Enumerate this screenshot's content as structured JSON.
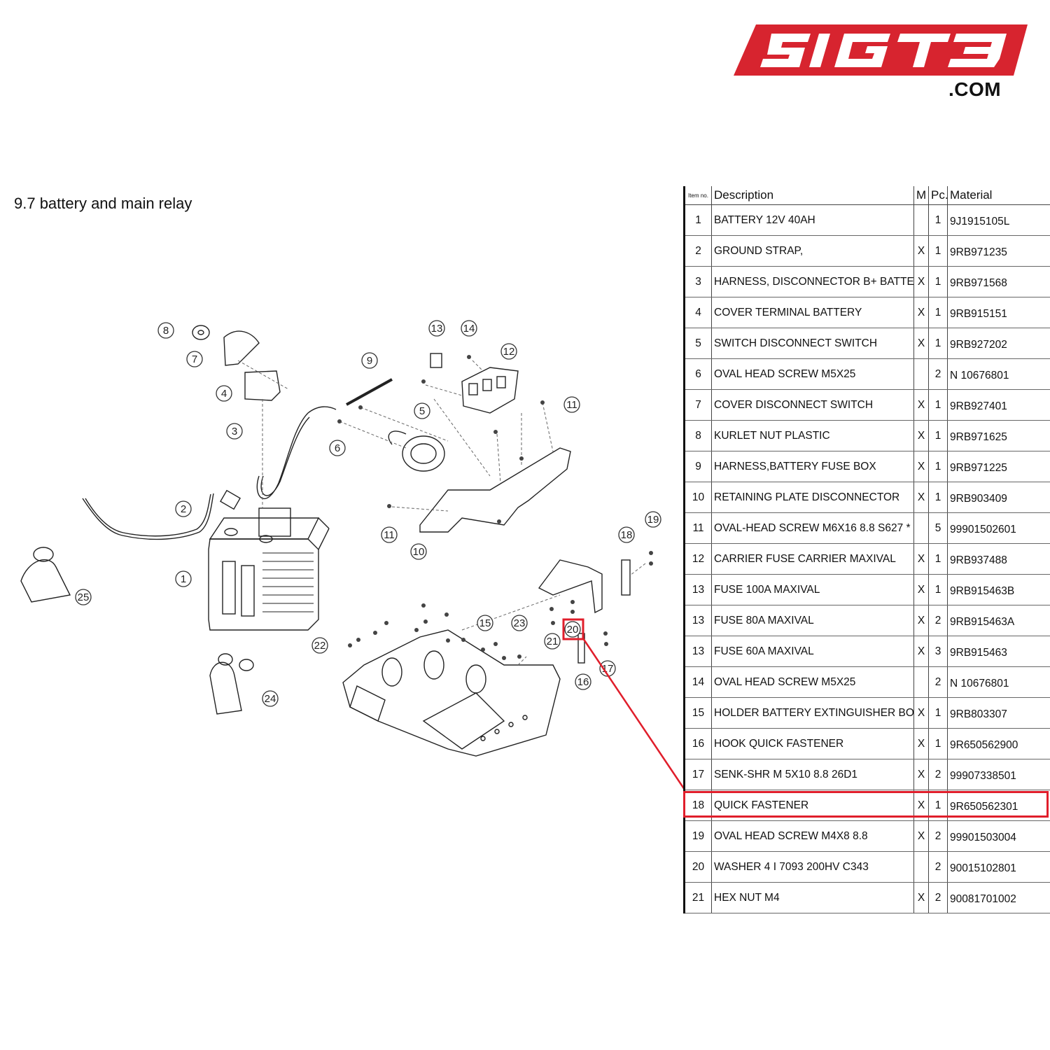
{
  "logo": {
    "text": "5IGT3",
    "suffix": ".COM",
    "color": "#d7242f"
  },
  "section": {
    "number": "9.7",
    "title": "battery and main relay",
    "full": "9.7  battery and main relay"
  },
  "table": {
    "headers": {
      "item": "Item no.",
      "description": "Description",
      "m": "M",
      "pc": "Pc.",
      "material": "Material"
    },
    "rows": [
      {
        "item": "1",
        "description": "BATTERY 12V 40AH",
        "m": "",
        "pc": "1",
        "material": "9J1915105L"
      },
      {
        "item": "2",
        "description": "GROUND STRAP,",
        "m": "X",
        "pc": "1",
        "material": "9RB971235"
      },
      {
        "item": "3",
        "description": "HARNESS, DISCONNECTOR B+ BATTERY",
        "m": "X",
        "pc": "1",
        "material": "9RB971568"
      },
      {
        "item": "4",
        "description": "COVER TERMINAL BATTERY",
        "m": "X",
        "pc": "1",
        "material": "9RB915151"
      },
      {
        "item": "5",
        "description": "SWITCH DISCONNECT SWITCH",
        "m": "X",
        "pc": "1",
        "material": "9RB927202"
      },
      {
        "item": "6",
        "description": "OVAL HEAD SCREW M5X25",
        "m": "",
        "pc": "2",
        "material": "N 10676801"
      },
      {
        "item": "7",
        "description": "COVER DISCONNECT SWITCH",
        "m": "X",
        "pc": "1",
        "material": "9RB927401"
      },
      {
        "item": "8",
        "description": "KURLET NUT PLASTIC",
        "m": "X",
        "pc": "1",
        "material": "9RB971625"
      },
      {
        "item": "9",
        "description": "HARNESS,BATTERY FUSE BOX",
        "m": "X",
        "pc": "1",
        "material": "9RB971225"
      },
      {
        "item": "10",
        "description": "RETAINING PLATE DISCONNECTOR",
        "m": "X",
        "pc": "1",
        "material": "9RB903409"
      },
      {
        "item": "11",
        "description": "OVAL-HEAD SCREW M6X16 8.8 S627 *",
        "m": "",
        "pc": "5",
        "material": "99901502601"
      },
      {
        "item": "12",
        "description": "CARRIER FUSE CARRIER MAXIVAL",
        "m": "X",
        "pc": "1",
        "material": "9RB937488"
      },
      {
        "item": "13",
        "description": "FUSE 100A MAXIVAL",
        "m": "X",
        "pc": "1",
        "material": "9RB915463B"
      },
      {
        "item": "13",
        "description": "FUSE 80A MAXIVAL",
        "m": "X",
        "pc": "2",
        "material": "9RB915463A"
      },
      {
        "item": "13",
        "description": "FUSE 60A MAXIVAL",
        "m": "X",
        "pc": "3",
        "material": "9RB915463"
      },
      {
        "item": "14",
        "description": "OVAL HEAD SCREW M5X25",
        "m": "",
        "pc": "2",
        "material": "N 10676801"
      },
      {
        "item": "15",
        "description": "HOLDER BATTERY EXTINGUISHER BOTTLE",
        "m": "X",
        "pc": "1",
        "material": "9RB803307"
      },
      {
        "item": "16",
        "description": "HOOK QUICK FASTENER",
        "m": "X",
        "pc": "1",
        "material": "9R650562900"
      },
      {
        "item": "17",
        "description": "SENK-SHR M 5X10 8.8 26D1",
        "m": "X",
        "pc": "2",
        "material": "99907338501"
      },
      {
        "item": "18",
        "description": "QUICK FASTENER",
        "m": "X",
        "pc": "1",
        "material": "9R650562301"
      },
      {
        "item": "19",
        "description": "OVAL HEAD SCREW M4X8 8.8",
        "m": "X",
        "pc": "2",
        "material": "99901503004"
      },
      {
        "item": "20",
        "description": "WASHER 4 I 7093 200HV C343",
        "m": "",
        "pc": "2",
        "material": "90015102801"
      },
      {
        "item": "21",
        "description": "HEX NUT M4",
        "m": "X",
        "pc": "2",
        "material": "90081701002"
      }
    ]
  },
  "highlight": {
    "item": "20",
    "color": "#e01e2b"
  },
  "callouts": [
    "1",
    "2",
    "3",
    "4",
    "5",
    "6",
    "7",
    "8",
    "9",
    "10",
    "11",
    "11",
    "12",
    "13",
    "14",
    "15",
    "16",
    "17",
    "18",
    "19",
    "20",
    "21",
    "22",
    "23",
    "24",
    "25"
  ]
}
